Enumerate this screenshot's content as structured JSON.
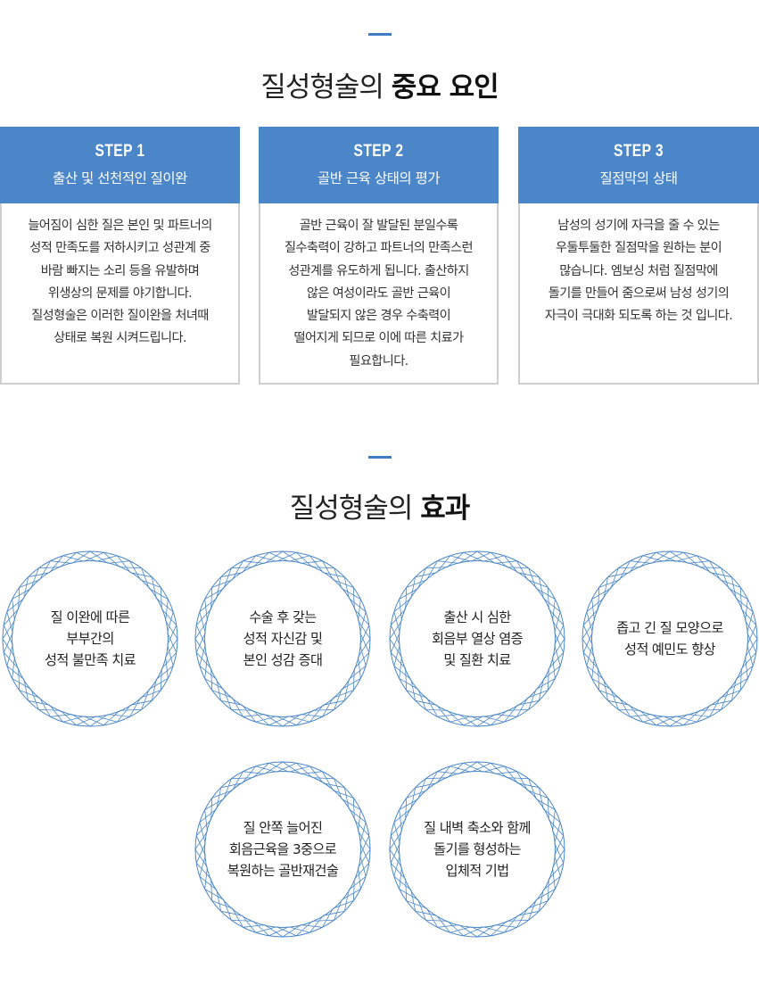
{
  "section1": {
    "title_regular": "질성형술의 ",
    "title_bold": "중요 요인",
    "cards": [
      {
        "step": "STEP 1",
        "subtitle": "출산 및 선천적인 질이완",
        "lines": [
          "늘어짐이 심한 질은 본인 및 파트너의",
          "성적 만족도를 저하시키고 성관계 중",
          "바람 빠지는 소리 등을 유발하며",
          "위생상의 문제를 야기합니다.",
          "질성형술은 이러한 질이완을 처녀때",
          "상태로 복원 시켜드립니다."
        ]
      },
      {
        "step": "STEP 2",
        "subtitle": "골반 근육 상태의 평가",
        "lines": [
          "골반 근육이 잘 발달된 분일수록",
          "질수축력이 강하고 파트너의 만족스런",
          "성관계를 유도하게 됩니다. 출산하지",
          "않은 여성이라도 골반 근육이",
          "발달되지 않은 경우 수축력이",
          "떨어지게 되므로 이에 따른 치료가",
          "필요합니다."
        ]
      },
      {
        "step": "STEP 3",
        "subtitle": "질점막의 상태",
        "lines": [
          "남성의 성기에 자극을 줄 수 있는",
          "우둘투둘한 질점막을 원하는 분이",
          "많습니다. 엠보싱 처럼 질점막에",
          "돌기를 만들어 줌으로써 남성 성기의",
          "자극이 극대화 되도록 하는 것 입니다."
        ]
      }
    ]
  },
  "section2": {
    "title_regular": "질성형술의 ",
    "title_bold": "효과",
    "circles": [
      {
        "lines": [
          "질 이완에 따른",
          "부부간의",
          "성적 불만족 치료"
        ]
      },
      {
        "lines": [
          "수술 후 갖는",
          "성적 자신감 및",
          "본인 성감 증대"
        ]
      },
      {
        "lines": [
          "출산 시 심한",
          "회음부 열상 염증",
          "및 질환 치료"
        ]
      },
      {
        "lines": [
          "좁고 긴 질 모양으로",
          "성적 예민도 향상"
        ]
      },
      {
        "lines": [
          "질 안쪽 늘어진",
          "회음근육을 3중으로",
          "복원하는 골반재건술"
        ]
      },
      {
        "lines": [
          "질 내벽 축소와 함께",
          "돌기를 형성하는",
          "입체적 기법"
        ]
      }
    ]
  },
  "colors": {
    "accent": "#3f7cc4",
    "card_header": "#4a86c8",
    "circle_line": "#4a86c8",
    "card_border": "#cfcfcf"
  }
}
